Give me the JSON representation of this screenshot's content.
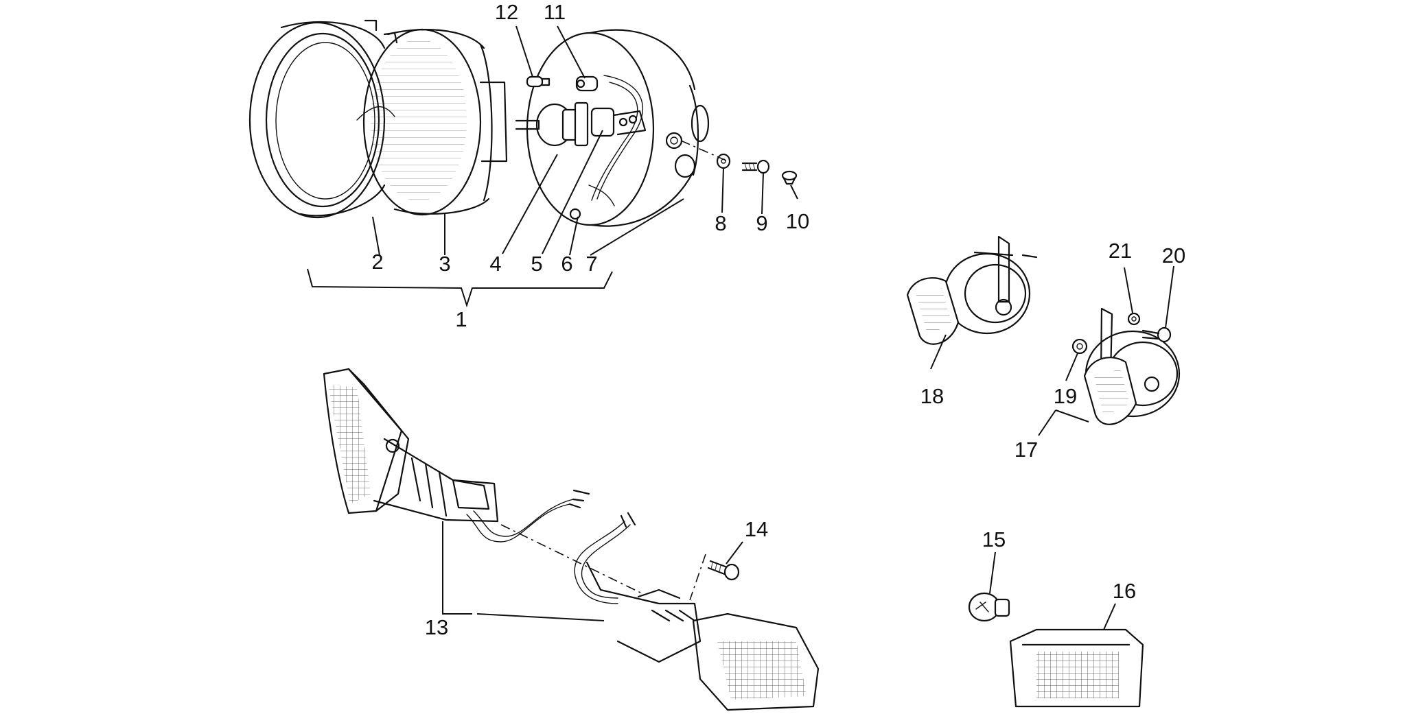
{
  "callouts": [
    "1",
    "2",
    "3",
    "4",
    "5",
    "6",
    "7",
    "8",
    "9",
    "10",
    "11",
    "12",
    "13",
    "14",
    "15",
    "16",
    "17",
    "18",
    "19",
    "20",
    "21"
  ],
  "colors": {
    "ink": "#111111",
    "background": "#ffffff"
  }
}
